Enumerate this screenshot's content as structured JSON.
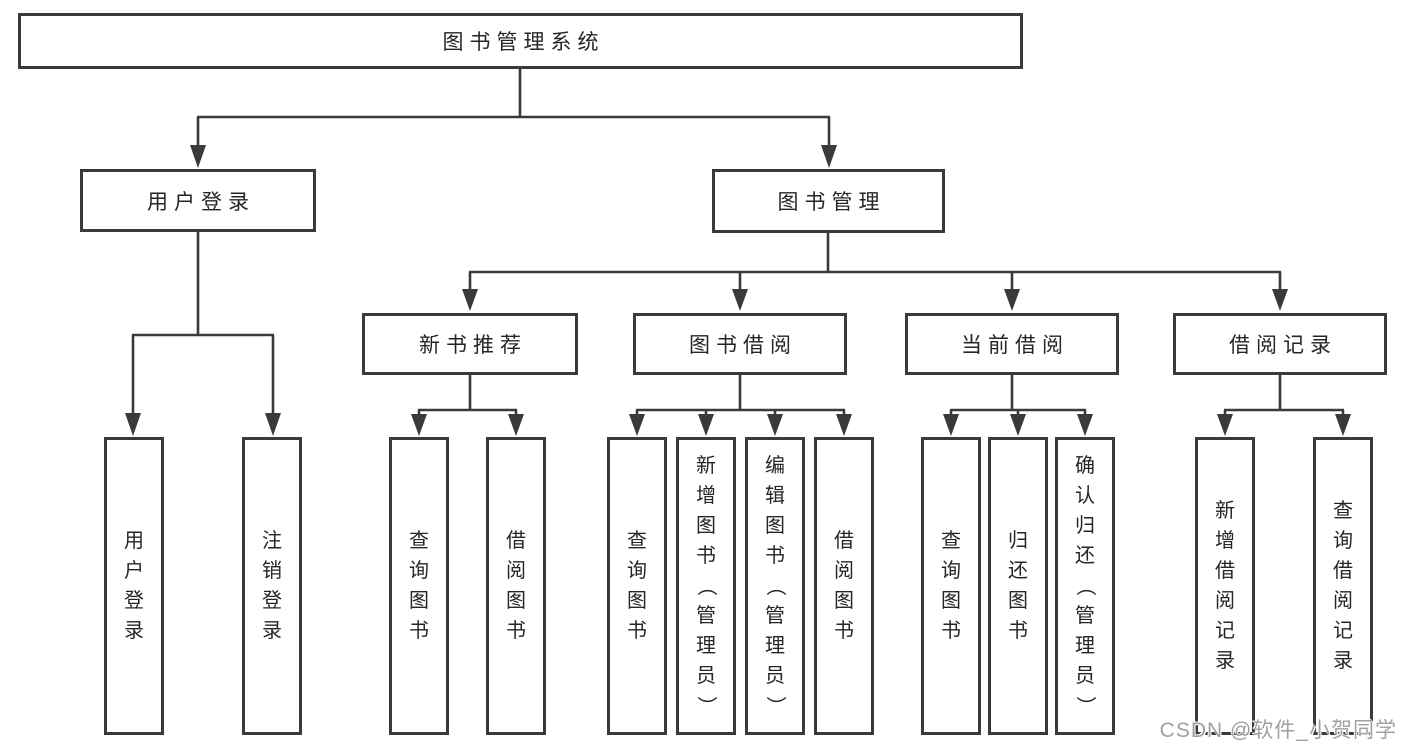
{
  "colors": {
    "line": "#3a3a3a",
    "node_text": "#262626",
    "watermark_text": "#a0a0a0",
    "background": "#ffffff"
  },
  "watermark": {
    "text": "CSDN @软件_小贺同学"
  },
  "nodes": {
    "root": {
      "label": "图书管理系统"
    },
    "branches": [
      {
        "label": "用户登录",
        "leaves": [
          {
            "label": "用户登录"
          },
          {
            "label": "注销登录"
          }
        ]
      },
      {
        "label": "图书管理",
        "groups": [
          {
            "label": "新书推荐",
            "leaves": [
              {
                "label": "查询图书"
              },
              {
                "label": "借阅图书"
              }
            ]
          },
          {
            "label": "图书借阅",
            "leaves": [
              {
                "label": "查询图书"
              },
              {
                "label": "新增图书（管理员）"
              },
              {
                "label": "编辑图书（管理员）"
              },
              {
                "label": "借阅图书"
              }
            ]
          },
          {
            "label": "当前借阅",
            "leaves": [
              {
                "label": "查询图书"
              },
              {
                "label": "归还图书"
              },
              {
                "label": "确认归还（管理员）"
              }
            ]
          },
          {
            "label": "借阅记录",
            "leaves": [
              {
                "label": "新增借阅记录"
              },
              {
                "label": "查询借阅记录"
              }
            ]
          }
        ]
      }
    ]
  }
}
